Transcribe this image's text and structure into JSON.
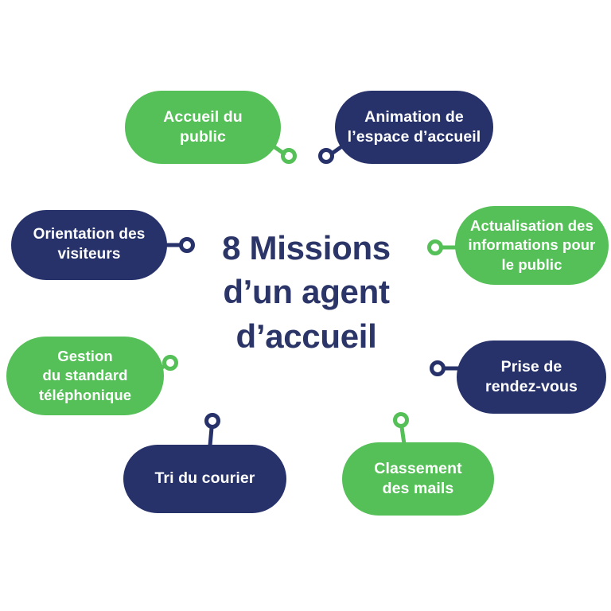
{
  "center": {
    "title_lines": [
      "8 Missions",
      "d’un agent",
      "d’accueil"
    ],
    "title_full": "8 Missions d’un agent d’accueil",
    "mission_count": "8"
  },
  "colors": {
    "green": "#55c057",
    "navy": "#27326b",
    "title_navy": "#2b3568",
    "background": "#ffffff",
    "label_text": "#ffffff"
  },
  "missions": [
    {
      "id": "accueil-public",
      "lines": [
        "Accueil du",
        "public"
      ],
      "color": "green",
      "connector": "diagonal-down-right"
    },
    {
      "id": "animation-espace",
      "lines": [
        "Animation de",
        "l’espace d’accueil"
      ],
      "color": "navy",
      "connector": "diagonal-down-left"
    },
    {
      "id": "orientation-visiteurs",
      "lines": [
        "Orientation des",
        "visiteurs"
      ],
      "color": "navy",
      "connector": "horizontal-right"
    },
    {
      "id": "actualisation-informations",
      "lines": [
        "Actualisation des",
        "informations pour",
        "le public"
      ],
      "color": "green",
      "connector": "horizontal-left"
    },
    {
      "id": "gestion-standard",
      "lines": [
        "Gestion",
        "du standard",
        "téléphonique"
      ],
      "color": "green",
      "connector": "diagonal-up-right"
    },
    {
      "id": "prise-rendezvous",
      "lines": [
        "Prise de",
        "rendez-vous"
      ],
      "color": "navy",
      "connector": "horizontal-left"
    },
    {
      "id": "tri-courier",
      "lines": [
        "Tri du courier"
      ],
      "color": "navy",
      "connector": "vertical-up"
    },
    {
      "id": "classement-mails",
      "lines": [
        "Classement",
        "des mails"
      ],
      "color": "green",
      "connector": "vertical-up"
    }
  ]
}
